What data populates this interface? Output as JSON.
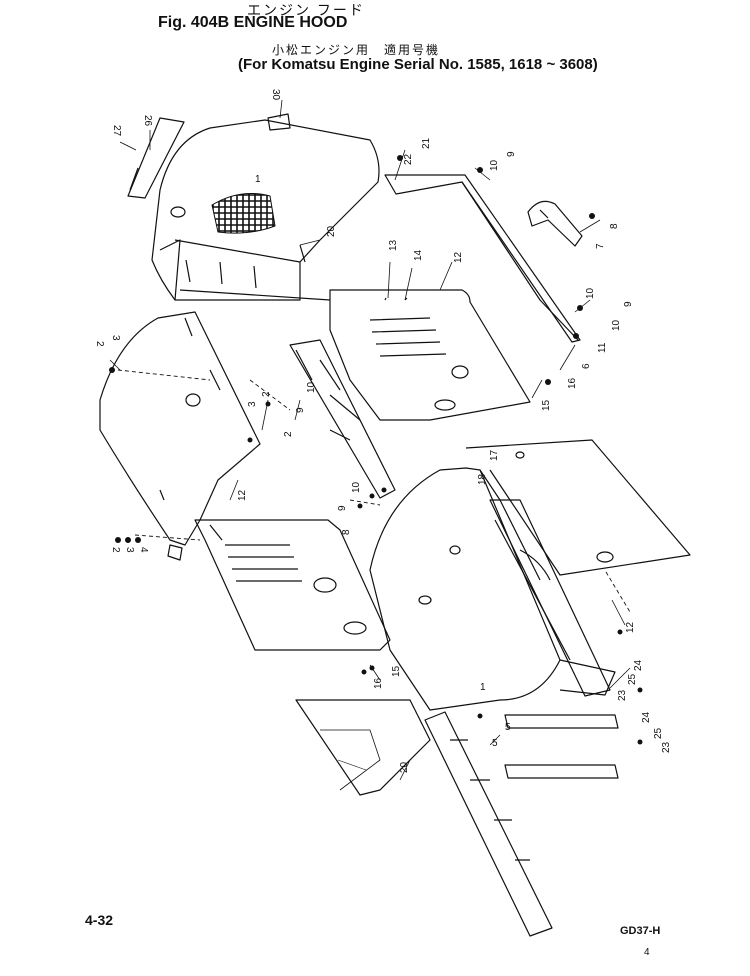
{
  "header": {
    "title_jp": "エンジン フード",
    "title": "Fig. 404B ENGINE HOOD",
    "subtitle_jp": "小松エンジン用　適用号機",
    "subtitle": "(For Komatsu Engine Serial No. 1585, 1618 ~ 3608)"
  },
  "callouts": {
    "c1": "1",
    "c2": "2",
    "c3": "3",
    "c4": "4",
    "c5": "5",
    "c6": "6",
    "c7": "7",
    "c8": "8",
    "c9": "9",
    "c10": "10",
    "c11": "11",
    "c12": "12",
    "c13": "13",
    "c14": "14",
    "c15": "15",
    "c16": "16",
    "c17": "17",
    "c18": "18",
    "c20": "20",
    "c21": "21",
    "c22": "22",
    "c23": "23",
    "c24": "24",
    "c25": "25",
    "c26": "26",
    "c27": "27",
    "c30": "30"
  },
  "footer": {
    "page": "4-32",
    "model": "GD37-H",
    "mark": "4"
  }
}
